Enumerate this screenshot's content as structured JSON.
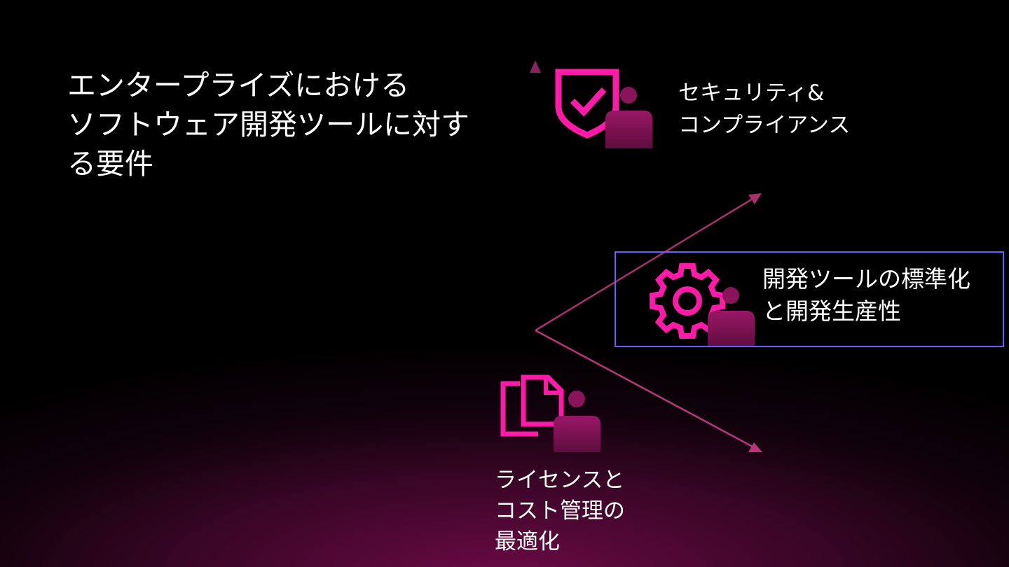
{
  "colors": {
    "background": "#000000",
    "accent_pink": "#ff1aa8",
    "axis": "#a02a6a",
    "person": "#8a1459",
    "highlight_border": "#6a5cff",
    "glow": "#6a0a45"
  },
  "title": {
    "lines": [
      "エンタープライズにおける",
      "ソフトウェア開発ツールに対す",
      "る要件"
    ]
  },
  "nodes": {
    "security": {
      "icon": "shield-check-person-icon",
      "lines": [
        "セキュリティ&",
        "コンプライアンス"
      ]
    },
    "standardization": {
      "icon": "gear-person-icon",
      "lines": [
        "開発ツールの標準化",
        "と開発生産性"
      ],
      "highlighted": true
    },
    "license": {
      "icon": "documents-person-icon",
      "lines": [
        "ライセンスと",
        "コスト管理の",
        "最適化"
      ]
    }
  }
}
